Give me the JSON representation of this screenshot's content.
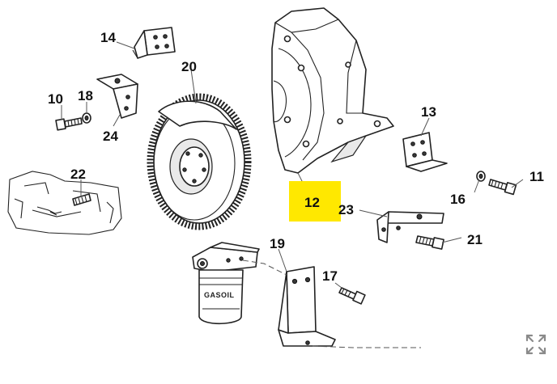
{
  "callouts": {
    "c10": "10",
    "c11": "11",
    "c12": "12",
    "c13": "13",
    "c14": "14",
    "c16": "16",
    "c17": "17",
    "c18": "18",
    "c19": "19",
    "c20": "20",
    "c21": "21",
    "c22": "22",
    "c23": "23",
    "c24": "24"
  },
  "highlighted_callout": "12",
  "filter_label": "GASOIL",
  "colors": {
    "highlight": "#ffe800",
    "line": "#222222",
    "background": "#ffffff"
  },
  "controls": {
    "expand_icon": "expand-icon"
  }
}
